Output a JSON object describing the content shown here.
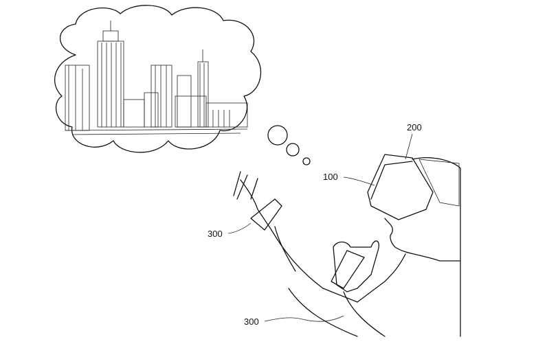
{
  "figure": {
    "labels": {
      "headset_strap": "200",
      "headset_body": "100",
      "controller_upper": "300",
      "controller_lower": "300"
    }
  }
}
